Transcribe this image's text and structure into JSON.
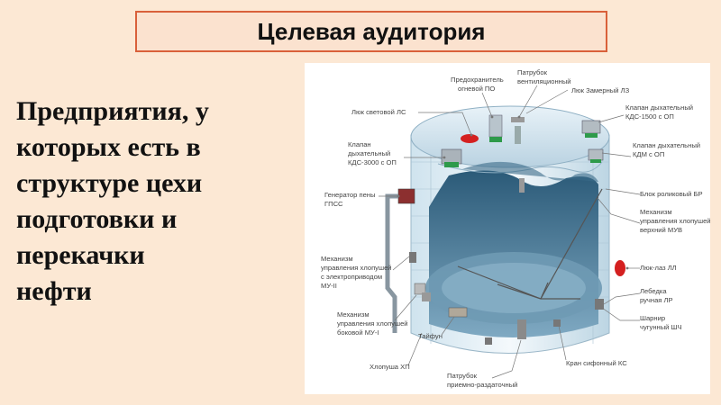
{
  "title": "Целевая аудитория",
  "body_lines": [
    "Предприятия, у",
    "которых есть в",
    "структуре цехи",
    "подготовки и",
    "перекачки",
    "нефти"
  ],
  "diagram": {
    "labels": {
      "predohranitel_1": "Предохранитель",
      "predohranitel_2": "огневой ПО",
      "patrubok_vent_1": "Патрубок",
      "patrubok_vent_2": "вентиляционный",
      "lyuk_zamer": "Люк Замерный ЛЗ",
      "lyuk_svet": "Люк световой ЛС",
      "klapan_kds1500_1": "Клапан дыхательный",
      "klapan_kds1500_2": "КДС-1500 с ОП",
      "klapan_kds3000_1": "Клапан",
      "klapan_kds3000_2": "дыхательный",
      "klapan_kds3000_3": "КДС-3000 с ОП",
      "klapan_kdm_1": "Клапан дыхательный",
      "klapan_kdm_2": "КДМ с ОП",
      "blok_rol": "Блок роликовый БР",
      "generator_1": "Генератор пены",
      "generator_2": "ГПСС",
      "mehanizm_muv_1": "Механизм",
      "mehanizm_muv_2": "управления хлопушей",
      "mehanizm_muv_3": "верхний МУВ",
      "mehanizm_mu2_1": "Механизм",
      "mehanizm_mu2_2": "управления хлопушей",
      "mehanizm_mu2_3": "с электроприводом",
      "mehanizm_mu2_4": "МУ-II",
      "lyuk_laz": "Люк-лаз ЛЛ",
      "lebedka_1": "Лебедка",
      "lebedka_2": "ручная ЛР",
      "mehanizm_mu1_1": "Механизм",
      "mehanizm_mu1_2": "управления хлопушей",
      "mehanizm_mu1_3": "боковой МУ-I",
      "sharnir_1": "Шарнир",
      "sharnir_2": "чугунный ШЧ",
      "tayfun": "Тайфун",
      "hlopusha": "Хлопуша ХП",
      "kran": "Кран сифонный КС",
      "patrubok_pr_1": "Патрубок",
      "patrubok_pr_2": "приемно-раздаточный"
    }
  }
}
